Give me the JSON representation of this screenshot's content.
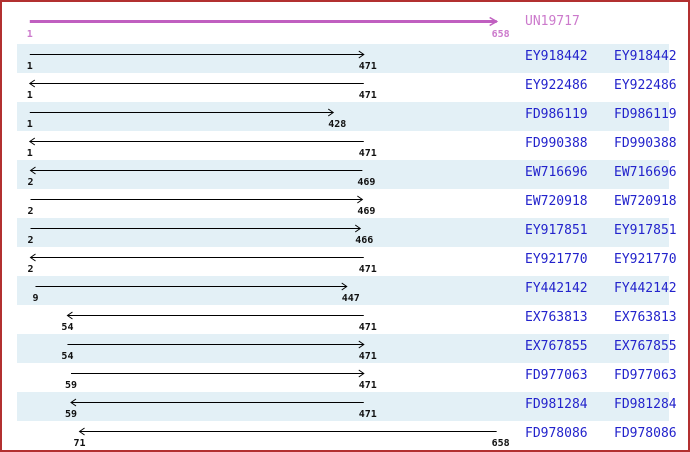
{
  "reference": {
    "name": "UN19717",
    "start": 1,
    "end": 658,
    "start_label": "1",
    "end_label": "658",
    "strand": "plus"
  },
  "alignments": [
    {
      "accession": "EY918442",
      "start": 1,
      "end": 471,
      "strand": "plus"
    },
    {
      "accession": "EY922486",
      "start": 1,
      "end": 471,
      "strand": "minus"
    },
    {
      "accession": "FD986119",
      "start": 1,
      "end": 428,
      "strand": "plus"
    },
    {
      "accession": "FD990388",
      "start": 1,
      "end": 471,
      "strand": "minus"
    },
    {
      "accession": "EW716696",
      "start": 2,
      "end": 469,
      "strand": "minus"
    },
    {
      "accession": "EW720918",
      "start": 2,
      "end": 469,
      "strand": "plus"
    },
    {
      "accession": "EY917851",
      "start": 2,
      "end": 466,
      "strand": "plus"
    },
    {
      "accession": "EY921770",
      "start": 2,
      "end": 471,
      "strand": "minus"
    },
    {
      "accession": "FY442142",
      "start": 9,
      "end": 447,
      "strand": "plus"
    },
    {
      "accession": "EX763813",
      "start": 54,
      "end": 471,
      "strand": "minus"
    },
    {
      "accession": "EX767855",
      "start": 54,
      "end": 471,
      "strand": "plus"
    },
    {
      "accession": "FD977063",
      "start": 59,
      "end": 471,
      "strand": "plus"
    },
    {
      "accession": "FD981284",
      "start": 59,
      "end": 471,
      "strand": "minus"
    },
    {
      "accession": "FD978086",
      "start": 71,
      "end": 658,
      "strand": "minus"
    }
  ],
  "colors": {
    "frame_border": "#b23030",
    "reference_arrow": "#c05fc0",
    "reference_text": "#cc7acc",
    "accession_link": "#2323cc",
    "row_highlight": "#e3f0f6",
    "coordinate_text": "#111111",
    "alignment_arrow": "#000000"
  }
}
